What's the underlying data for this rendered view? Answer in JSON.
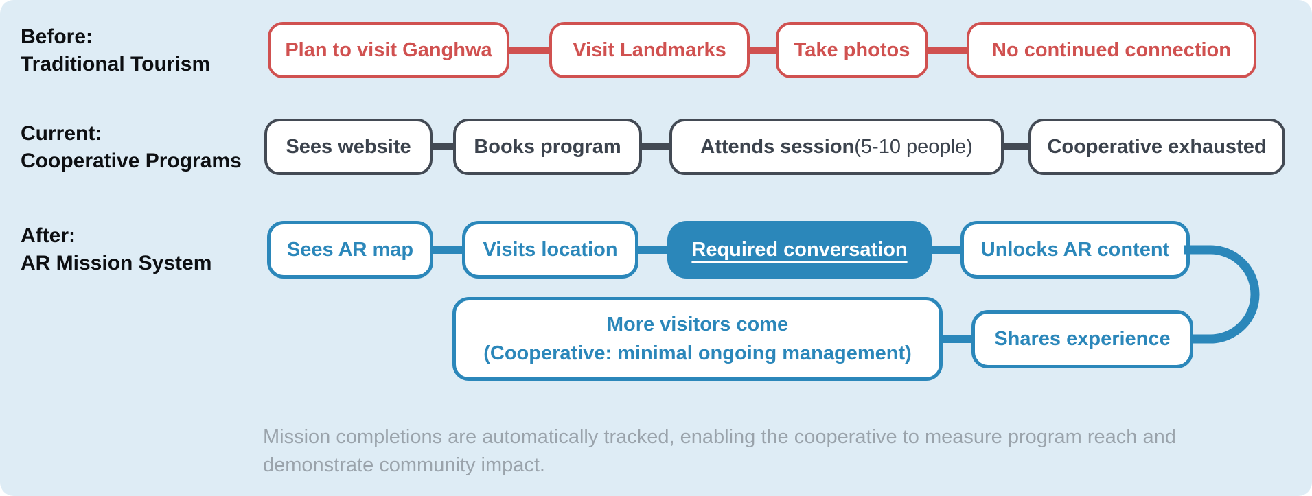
{
  "rows": {
    "before": {
      "label1": "Before:",
      "label2": "Traditional Tourism",
      "boxes": [
        "Plan to visit Ganghwa",
        "Visit Landmarks",
        "Take photos",
        "No continued connection"
      ],
      "color": "#d05150"
    },
    "current": {
      "label1": "Current:",
      "label2": "Cooperative Programs",
      "box1": "Sees website",
      "box2": "Books program",
      "box3_bold": "Attends session",
      "box3_normal": " (5-10 people)",
      "box4": "Cooperative exhausted",
      "color": "#434a54"
    },
    "after": {
      "label1": "After:",
      "label2": "AR Mission System",
      "box1": "Sees AR map",
      "box2": "Visits location",
      "box3": "Required conversation",
      "box4": "Unlocks AR content",
      "more_visitors_line1": "More visitors come",
      "more_visitors_line2": "(Cooperative: minimal ongoing management)",
      "shares": "Shares experience",
      "color": "#2b87ba"
    }
  },
  "footer": {
    "text": "Mission completions are automatically tracked, enabling the cooperative to measure program reach and demonstrate community impact."
  },
  "colors": {
    "background": "#deecf5",
    "red": "#d05150",
    "dark": "#434a54",
    "blue": "#2b87ba",
    "footer_gray": "#9aa3ab",
    "node_fill": "#ffffff"
  }
}
